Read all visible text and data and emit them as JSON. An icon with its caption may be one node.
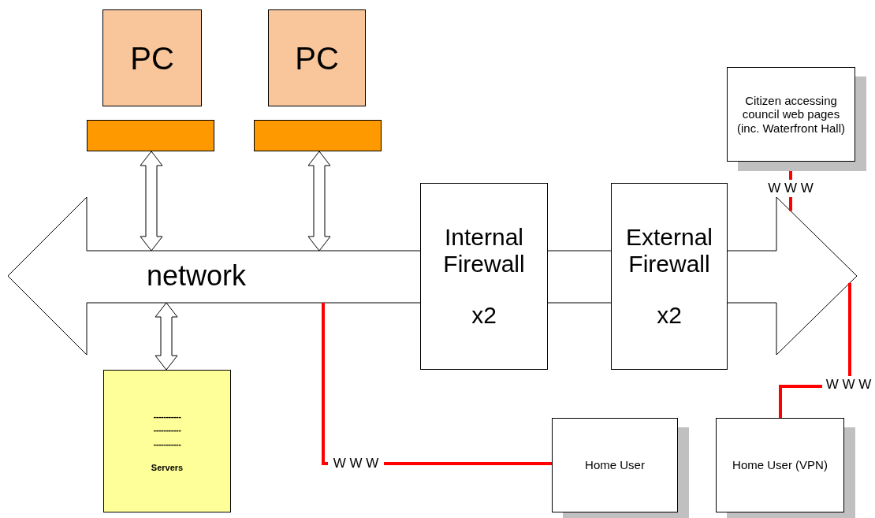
{
  "diagram": {
    "nodes": [
      {
        "text": [
          "PC"
        ]
      },
      {
        "text": [
          "PC"
        ]
      },
      {
        "text": [],
        "shape": "bar"
      },
      {
        "text": [],
        "shape": "bar"
      },
      {
        "text": [
          "Citizen accessing council web pages (inc. Waterfront Hall)"
        ]
      },
      {
        "text": [
          "W W W"
        ]
      },
      {
        "text": [
          "network"
        ]
      },
      {
        "text": [
          "Internal Firewall",
          "x2"
        ]
      },
      {
        "text": [
          "External Firewall",
          "x2"
        ]
      },
      {
        "text": [
          "W W W"
        ]
      },
      {
        "text": [
          "----------- ----------- -----------",
          "Servers"
        ]
      },
      {
        "text": [
          "W W W"
        ]
      },
      {
        "text": [
          "Home User"
        ]
      },
      {
        "text": [
          "Home User (VPN)"
        ]
      }
    ],
    "edges": [
      {
        "from": 2,
        "to": 6,
        "arrow": "both",
        "color": "#000000"
      },
      {
        "from": 3,
        "to": 6,
        "arrow": "both",
        "color": "#000000"
      },
      {
        "from": 6,
        "to": 10,
        "arrow": "both",
        "color": "#000000"
      },
      {
        "from": 4,
        "to": 5,
        "arrow": "none",
        "color": "#ff0000"
      },
      {
        "from": 5,
        "to": 6,
        "arrow": "none",
        "color": "#ff0000"
      },
      {
        "from": 6,
        "to": 11,
        "arrow": "none",
        "color": "#ff0000"
      },
      {
        "from": 11,
        "to": 12,
        "arrow": "none",
        "color": "#ff0000"
      },
      {
        "from": 6,
        "to": 9,
        "arrow": "none",
        "color": "#ff0000"
      },
      {
        "from": 9,
        "to": 13,
        "arrow": "none",
        "color": "#ff0000"
      }
    ]
  }
}
